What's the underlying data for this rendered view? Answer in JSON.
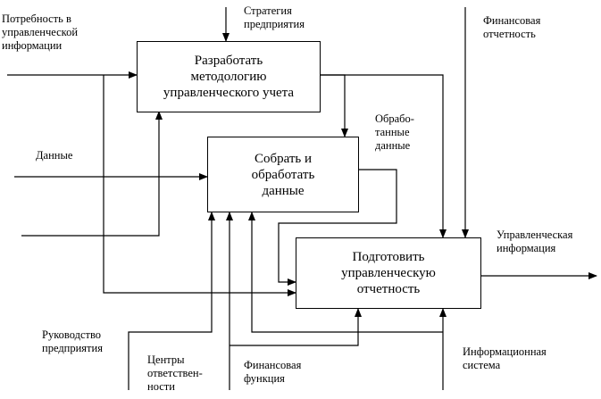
{
  "boxes": {
    "develop": "Разработать\nметодологию\nуправленческого учета",
    "collect": "Собрать и\nобработать\nданные",
    "prepare": "Подготовить\nуправленческую\nотчетность"
  },
  "labels": {
    "need": "Потребность в\nуправленческой\nинформации",
    "strategy": "Стратегия\nпредприятия",
    "fin_report": "Финансовая\nотчетность",
    "processed": "Обрабо-\nтанные\nданные",
    "data": "Данные",
    "mgmt_info": "Управленческая\nинформация",
    "leadership": "Руководство\nпредприятия",
    "centers": "Центры\nответствен-\nности",
    "fin_function": "Финансовая\nфункция",
    "info_system": "Информационная\nсистема"
  }
}
